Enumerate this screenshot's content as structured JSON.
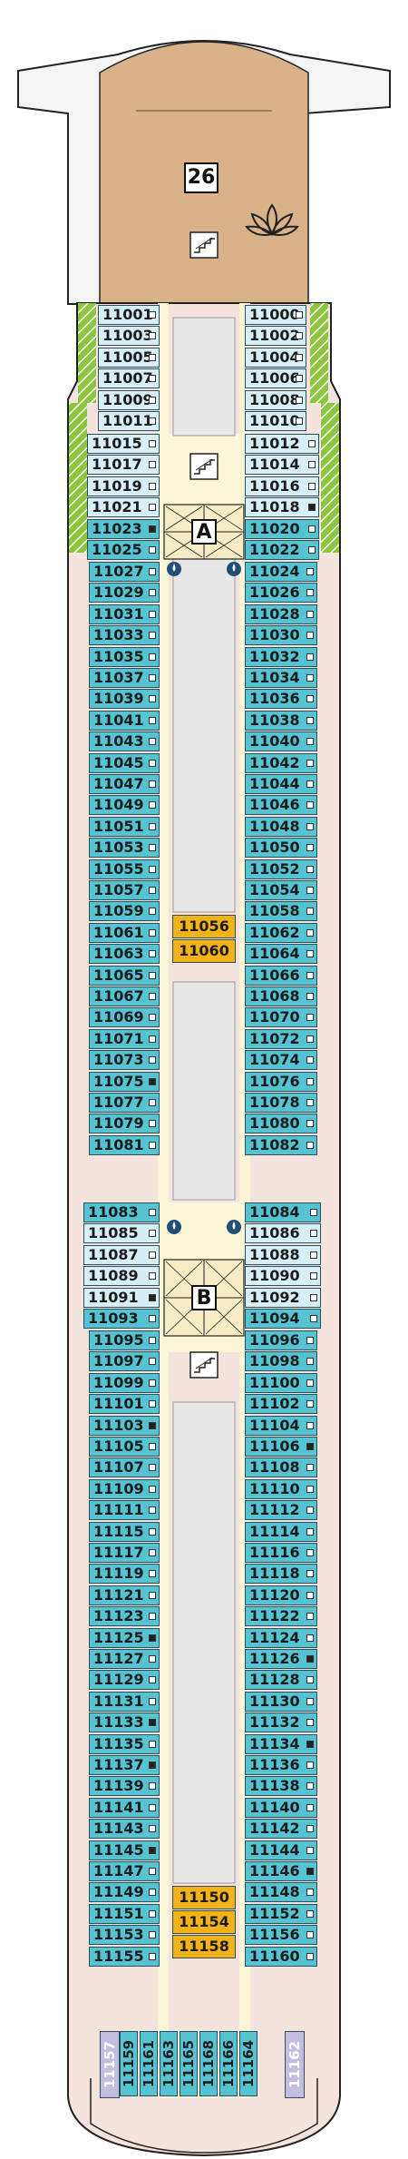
{
  "deck": {
    "number": "26"
  },
  "elevators": {
    "forward": "A",
    "aft": "B"
  },
  "colors": {
    "balcony": "#55c3d1",
    "oceanview": "#d6eef5",
    "suite": "#f2b318",
    "accessible_stern": "#c4bde0",
    "deck_sun": "#d9b48a",
    "corridor": "#fbf6d8",
    "green_hatch": "#7bbf3c"
  },
  "icons": [
    "lotus-spa-icon",
    "stairs-icon",
    "water-drop-icon",
    "accessible-balcony-mark",
    "connecting-door-mark"
  ],
  "left_ocean": [
    {
      "n": "11001",
      "m": "o"
    },
    {
      "n": "11003",
      "m": "o"
    },
    {
      "n": "11005",
      "m": "o"
    },
    {
      "n": "11007",
      "m": "o"
    },
    {
      "n": "11009",
      "m": "o"
    },
    {
      "n": "11011",
      "m": "o"
    }
  ],
  "right_ocean": [
    {
      "n": "11000",
      "m": "o"
    },
    {
      "n": "11002",
      "m": "o"
    },
    {
      "n": "11004",
      "m": "o"
    },
    {
      "n": "11006",
      "m": "o"
    },
    {
      "n": "11008",
      "m": "o"
    },
    {
      "n": "11010",
      "m": "o"
    }
  ],
  "left_mid_a": [
    {
      "n": "11015",
      "m": "o",
      "c": "ocean"
    },
    {
      "n": "11017",
      "m": "o",
      "c": "ocean"
    },
    {
      "n": "11019",
      "m": "o",
      "c": "ocean"
    },
    {
      "n": "11021",
      "m": "o",
      "c": "ocean"
    },
    {
      "n": "11023",
      "m": "f",
      "c": "balc"
    },
    {
      "n": "11025",
      "m": "o",
      "c": "balc"
    }
  ],
  "right_mid_a": [
    {
      "n": "11012",
      "m": "o",
      "c": "ocean"
    },
    {
      "n": "11014",
      "m": "o",
      "c": "ocean"
    },
    {
      "n": "11016",
      "m": "o",
      "c": "ocean"
    },
    {
      "n": "11018",
      "m": "f",
      "c": "ocean"
    },
    {
      "n": "11020",
      "m": "o",
      "c": "balc"
    },
    {
      "n": "11022",
      "m": "o",
      "c": "balc"
    }
  ],
  "left_run1": [
    {
      "n": "11027",
      "m": "o"
    },
    {
      "n": "11029",
      "m": "o"
    },
    {
      "n": "11031",
      "m": "o"
    },
    {
      "n": "11033",
      "m": "o"
    },
    {
      "n": "11035",
      "m": "o"
    },
    {
      "n": "11037",
      "m": "o"
    },
    {
      "n": "11039",
      "m": "o"
    },
    {
      "n": "11041",
      "m": "o"
    },
    {
      "n": "11043",
      "m": "o"
    },
    {
      "n": "11045",
      "m": "o"
    },
    {
      "n": "11047",
      "m": "o"
    },
    {
      "n": "11049",
      "m": "o"
    },
    {
      "n": "11051",
      "m": "o"
    },
    {
      "n": "11053",
      "m": "o"
    },
    {
      "n": "11055",
      "m": "o"
    },
    {
      "n": "11057",
      "m": "o"
    },
    {
      "n": "11059",
      "m": "o"
    },
    {
      "n": "11061",
      "m": "o"
    },
    {
      "n": "11063",
      "m": "o"
    },
    {
      "n": "11065",
      "m": "o"
    },
    {
      "n": "11067",
      "m": "o"
    },
    {
      "n": "11069",
      "m": "o"
    },
    {
      "n": "11071",
      "m": "o"
    },
    {
      "n": "11073",
      "m": "o"
    },
    {
      "n": "11075",
      "m": "f"
    },
    {
      "n": "11077",
      "m": "o"
    },
    {
      "n": "11079",
      "m": "o"
    },
    {
      "n": "11081",
      "m": "o"
    }
  ],
  "right_run1": [
    {
      "n": "11024",
      "m": "o"
    },
    {
      "n": "11026",
      "m": "o"
    },
    {
      "n": "11028",
      "m": "o"
    },
    {
      "n": "11030",
      "m": "o"
    },
    {
      "n": "11032",
      "m": "o"
    },
    {
      "n": "11034",
      "m": "o"
    },
    {
      "n": "11036",
      "m": "o"
    },
    {
      "n": "11038",
      "m": "o"
    },
    {
      "n": "11040",
      "m": "o"
    },
    {
      "n": "11042",
      "m": "o"
    },
    {
      "n": "11044",
      "m": "o"
    },
    {
      "n": "11046",
      "m": "o"
    },
    {
      "n": "11048",
      "m": "o"
    },
    {
      "n": "11050",
      "m": "o"
    },
    {
      "n": "11052",
      "m": "o"
    },
    {
      "n": "11054",
      "m": "o"
    },
    {
      "n": "11058",
      "m": "o"
    },
    {
      "n": "11062",
      "m": "o"
    },
    {
      "n": "11064",
      "m": "o"
    },
    {
      "n": "11066",
      "m": "o"
    },
    {
      "n": "11068",
      "m": "o"
    },
    {
      "n": "11070",
      "m": "o"
    },
    {
      "n": "11072",
      "m": "o"
    },
    {
      "n": "11074",
      "m": "o"
    },
    {
      "n": "11076",
      "m": "o"
    },
    {
      "n": "11078",
      "m": "o"
    },
    {
      "n": "11080",
      "m": "o"
    },
    {
      "n": "11082",
      "m": "o"
    }
  ],
  "center_suites_a": [
    "11056",
    "11060"
  ],
  "left_mid_b": [
    {
      "n": "11083",
      "m": "o",
      "c": "balc"
    },
    {
      "n": "11085",
      "m": "o",
      "c": "ocean"
    },
    {
      "n": "11087",
      "m": "o",
      "c": "ocean"
    },
    {
      "n": "11089",
      "m": "o",
      "c": "ocean"
    },
    {
      "n": "11091",
      "m": "f",
      "c": "ocean"
    },
    {
      "n": "11093",
      "m": "o",
      "c": "balc"
    }
  ],
  "right_mid_b": [
    {
      "n": "11084",
      "m": "o",
      "c": "balc"
    },
    {
      "n": "11086",
      "m": "o",
      "c": "ocean"
    },
    {
      "n": "11088",
      "m": "o",
      "c": "ocean"
    },
    {
      "n": "11090",
      "m": "o",
      "c": "ocean"
    },
    {
      "n": "11092",
      "m": "o",
      "c": "ocean"
    },
    {
      "n": "11094",
      "m": "o",
      "c": "balc"
    }
  ],
  "left_run2": [
    {
      "n": "11095",
      "m": "o"
    },
    {
      "n": "11097",
      "m": "o"
    },
    {
      "n": "11099",
      "m": "o"
    },
    {
      "n": "11101",
      "m": "o"
    },
    {
      "n": "11103",
      "m": "f"
    },
    {
      "n": "11105",
      "m": "o"
    },
    {
      "n": "11107",
      "m": "o"
    },
    {
      "n": "11109",
      "m": "o"
    },
    {
      "n": "11111",
      "m": "o"
    },
    {
      "n": "11115",
      "m": "o"
    },
    {
      "n": "11117",
      "m": "o"
    },
    {
      "n": "11119",
      "m": "o"
    },
    {
      "n": "11121",
      "m": "o"
    },
    {
      "n": "11123",
      "m": "o"
    },
    {
      "n": "11125",
      "m": "f"
    },
    {
      "n": "11127",
      "m": "o"
    },
    {
      "n": "11129",
      "m": "o"
    },
    {
      "n": "11131",
      "m": "o"
    },
    {
      "n": "11133",
      "m": "f"
    },
    {
      "n": "11135",
      "m": "o"
    },
    {
      "n": "11137",
      "m": "f"
    },
    {
      "n": "11139",
      "m": "o"
    },
    {
      "n": "11141",
      "m": "o"
    },
    {
      "n": "11143",
      "m": "o"
    },
    {
      "n": "11145",
      "m": "f"
    },
    {
      "n": "11147",
      "m": "o"
    },
    {
      "n": "11149",
      "m": "o"
    },
    {
      "n": "11151",
      "m": "o"
    },
    {
      "n": "11153",
      "m": "o"
    },
    {
      "n": "11155",
      "m": "o"
    }
  ],
  "right_run2": [
    {
      "n": "11096",
      "m": "o"
    },
    {
      "n": "11098",
      "m": "o"
    },
    {
      "n": "11100",
      "m": "o"
    },
    {
      "n": "11102",
      "m": "o"
    },
    {
      "n": "11104",
      "m": "o"
    },
    {
      "n": "11106",
      "m": "f"
    },
    {
      "n": "11108",
      "m": "o"
    },
    {
      "n": "11110",
      "m": "o"
    },
    {
      "n": "11112",
      "m": "o"
    },
    {
      "n": "11114",
      "m": "o"
    },
    {
      "n": "11116",
      "m": "o"
    },
    {
      "n": "11118",
      "m": "o"
    },
    {
      "n": "11120",
      "m": "o"
    },
    {
      "n": "11122",
      "m": "o"
    },
    {
      "n": "11124",
      "m": "o"
    },
    {
      "n": "11126",
      "m": "f"
    },
    {
      "n": "11128",
      "m": "o"
    },
    {
      "n": "11130",
      "m": "o"
    },
    {
      "n": "11132",
      "m": "o"
    },
    {
      "n": "11134",
      "m": "f"
    },
    {
      "n": "11136",
      "m": "o"
    },
    {
      "n": "11138",
      "m": "o"
    },
    {
      "n": "11140",
      "m": "o"
    },
    {
      "n": "11142",
      "m": "o"
    },
    {
      "n": "11144",
      "m": "o"
    },
    {
      "n": "11146",
      "m": "f"
    },
    {
      "n": "11148",
      "m": "o"
    },
    {
      "n": "11152",
      "m": "o"
    },
    {
      "n": "11156",
      "m": "o"
    },
    {
      "n": "11160",
      "m": "o"
    }
  ],
  "center_suites_b": [
    "11150",
    "11154",
    "11158"
  ],
  "stern": [
    {
      "n": "11157",
      "c": "lav"
    },
    {
      "n": "11159",
      "c": "balc",
      "m": "f"
    },
    {
      "n": "11161",
      "c": "balc",
      "m": "o"
    },
    {
      "n": "11163",
      "c": "balc",
      "m": "f"
    },
    {
      "n": "11165",
      "c": "balc",
      "m": "f"
    },
    {
      "n": "11168",
      "c": "balc",
      "m": "o"
    },
    {
      "n": "11166",
      "c": "balc",
      "m": "f"
    },
    {
      "n": "11164",
      "c": "balc",
      "m": "o"
    },
    {
      "n": "11162",
      "c": "lav"
    }
  ]
}
